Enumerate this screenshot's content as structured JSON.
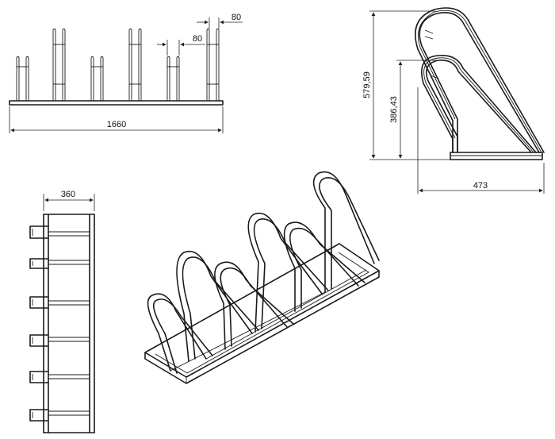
{
  "dimensions": {
    "front_width": "1660",
    "slot_width": "80",
    "slot_gap": "80",
    "side_height_total": "579,59",
    "side_height_lower": "386,43",
    "side_depth": "473",
    "top_width": "360"
  }
}
